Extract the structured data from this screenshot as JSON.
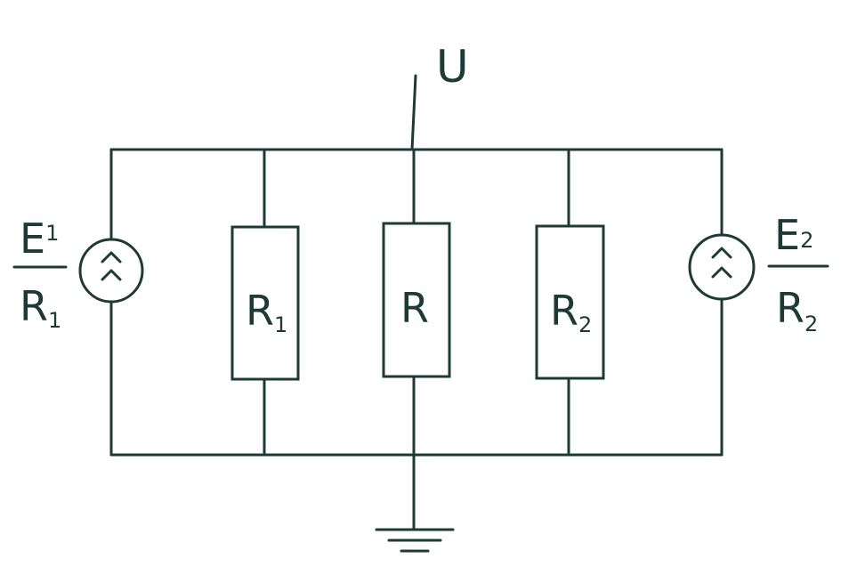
{
  "node_label": "U",
  "resistors": [
    {
      "main": "R",
      "sub": "1"
    },
    {
      "main": "R",
      "sub": ""
    },
    {
      "main": "R",
      "sub": "2"
    }
  ],
  "sources": [
    {
      "num_main": "E",
      "num_sub": "1",
      "den_main": "R",
      "den_sub": "1"
    },
    {
      "num_main": "E",
      "num_sub": "2",
      "den_main": "R",
      "den_sub": "2"
    }
  ],
  "colors": {
    "ink": "#1e3a34",
    "background": "#ffffff"
  }
}
